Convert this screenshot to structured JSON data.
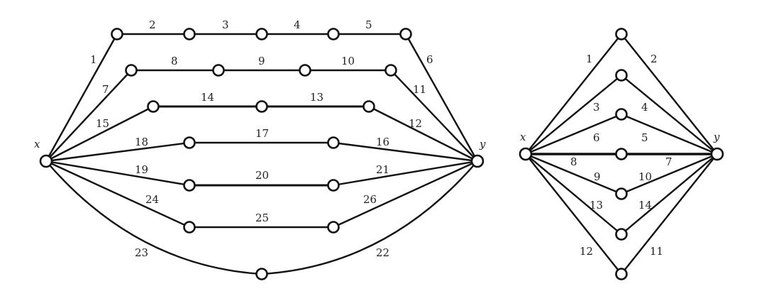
{
  "left_graph": {
    "vertex_labels": {
      "x": "x",
      "y": "y"
    },
    "nodes": [
      "x",
      "y",
      "a1",
      "a2",
      "a3",
      "a4",
      "b1",
      "b2",
      "b3",
      "c1",
      "c2",
      "c3",
      "d1",
      "d2",
      "e1",
      "e2",
      "f1",
      "f2",
      "g"
    ],
    "edges": [
      {
        "id": "1",
        "from": "x",
        "to": "a1"
      },
      {
        "id": "2",
        "from": "a1",
        "to": "a2"
      },
      {
        "id": "3",
        "from": "a2",
        "to": "a3"
      },
      {
        "id": "4",
        "from": "a3",
        "to": "a4"
      },
      {
        "id": "5",
        "from": "a4",
        "to": "a5"
      },
      {
        "id": "6",
        "from": "a5",
        "to": "y"
      },
      {
        "id": "7",
        "from": "x",
        "to": "b1"
      },
      {
        "id": "8",
        "from": "b1",
        "to": "b2"
      },
      {
        "id": "9",
        "from": "b2",
        "to": "b3"
      },
      {
        "id": "10",
        "from": "b3",
        "to": "b4"
      },
      {
        "id": "11",
        "from": "b4",
        "to": "y"
      },
      {
        "id": "15",
        "from": "x",
        "to": "c1"
      },
      {
        "id": "14",
        "from": "c1",
        "to": "c2"
      },
      {
        "id": "13",
        "from": "c2",
        "to": "c3"
      },
      {
        "id": "12",
        "from": "c3",
        "to": "y"
      },
      {
        "id": "18",
        "from": "x",
        "to": "d1"
      },
      {
        "id": "17",
        "from": "d1",
        "to": "d2"
      },
      {
        "id": "16",
        "from": "d2",
        "to": "y"
      },
      {
        "id": "19",
        "from": "x",
        "to": "e1"
      },
      {
        "id": "20",
        "from": "e1",
        "to": "e2"
      },
      {
        "id": "21",
        "from": "e2",
        "to": "y"
      },
      {
        "id": "24",
        "from": "x",
        "to": "f1"
      },
      {
        "id": "25",
        "from": "f1",
        "to": "f2"
      },
      {
        "id": "26",
        "from": "f2",
        "to": "y"
      },
      {
        "id": "23",
        "from": "x",
        "to": "g"
      },
      {
        "id": "22",
        "from": "g",
        "to": "y"
      }
    ]
  },
  "right_graph": {
    "vertex_labels": {
      "x": "x",
      "y": "y"
    },
    "edges": [
      {
        "id": "1",
        "from": "x",
        "to": "m1"
      },
      {
        "id": "2",
        "from": "m1",
        "to": "y"
      },
      {
        "id": "3",
        "from": "x",
        "to": "m2"
      },
      {
        "id": "4",
        "from": "m2",
        "to": "y"
      },
      {
        "id": "6",
        "from": "x",
        "to": "m3"
      },
      {
        "id": "5",
        "from": "m3",
        "to": "y"
      },
      {
        "id": "8",
        "from": "x",
        "to": "m4"
      },
      {
        "id": "7",
        "from": "m4",
        "to": "y"
      },
      {
        "id": "9",
        "from": "x",
        "to": "m5"
      },
      {
        "id": "10",
        "from": "m5",
        "to": "y"
      },
      {
        "id": "13",
        "from": "x",
        "to": "m6"
      },
      {
        "id": "14",
        "from": "m6",
        "to": "y"
      },
      {
        "id": "12",
        "from": "x",
        "to": "m7"
      },
      {
        "id": "11",
        "from": "m7",
        "to": "y"
      }
    ]
  }
}
